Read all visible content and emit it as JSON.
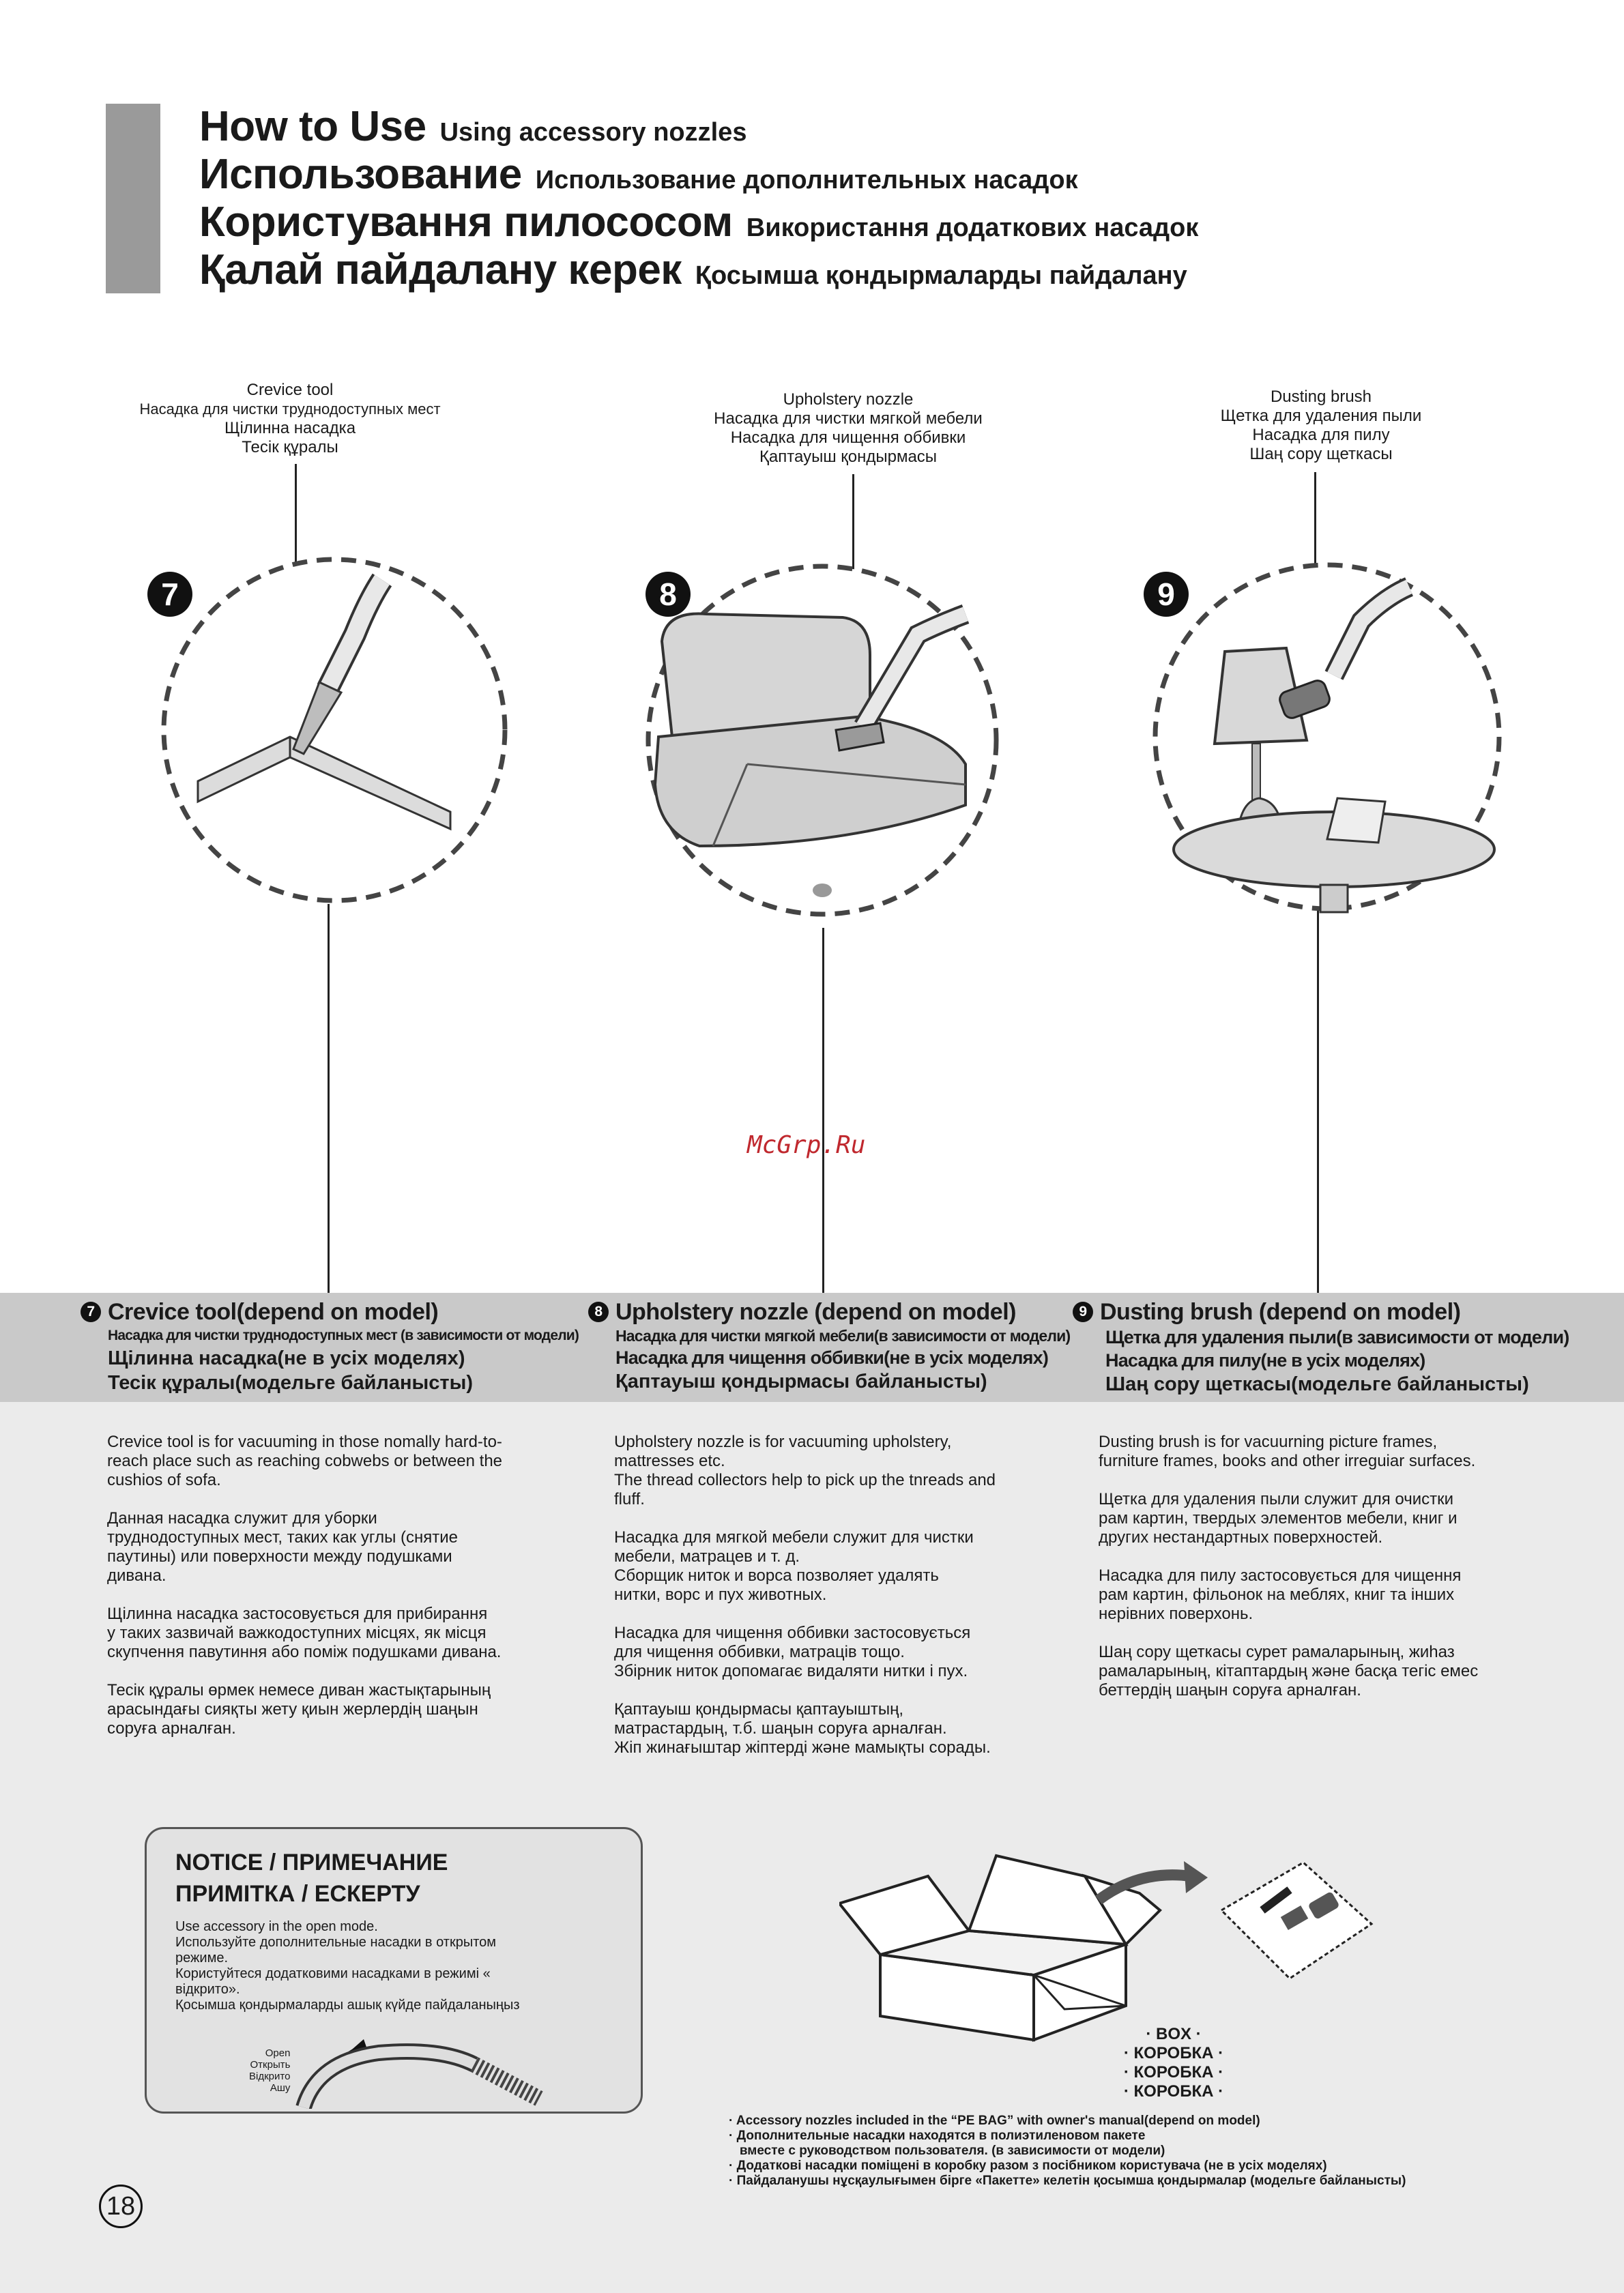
{
  "header": {
    "lines": [
      {
        "main": "How to Use",
        "sub": "Using accessory nozzles"
      },
      {
        "main": "Использование",
        "sub": "Использование дополнительных насадок"
      },
      {
        "main": "Користування пилососом",
        "sub": "Використання додаткових насадок"
      },
      {
        "main": "Қалай пайдалану керек",
        "sub": "Қосымша қондырмаларды пайдалану"
      }
    ]
  },
  "nozzles": [
    {
      "num": "7",
      "labels": [
        "Crevice tool",
        "Насадка для чистки труднодоступных мест",
        "Щілинна насадка",
        "Тесік құралы"
      ]
    },
    {
      "num": "8",
      "labels": [
        "Upholstery nozzle",
        "Насадка для чистки мягкой мебели",
        "Насадка для чищення оббивки",
        "Қаптауыш қондырмасы"
      ]
    },
    {
      "num": "9",
      "labels": [
        "Dusting brush",
        "Щетка для удаления пыли",
        "Насадка для пилу",
        "Шаң сору щеткасы"
      ]
    }
  ],
  "watermark": "McGrp.Ru",
  "sections": [
    {
      "num": "7",
      "head1": "Crevice tool(depend on model)",
      "head2": "Насадка для чистки труднодоступных мест (в зависимости от модели)",
      "head3": "Щілинна насадка(не в усіх моделях)",
      "head4": "Тесік құралы(модельге байланысты)",
      "paragraphs": [
        "Crevice tool is for vacuuming in those nomally hard-to-\nreach place such as reaching cobwebs or between the\ncushios of sofa.",
        "Данная насадка служит для уборки\nтруднодоступных мест, таких как углы (снятие\nпаутины) или поверхности между подушками\nдивана.",
        "Щілинна насадка застосовується для прибирання\nу таких зазвичай важкодоступних місцях, як місця\nскупчення павутиння або поміж подушками дивана.",
        "Тесік құралы өрмек немесе диван жастықтарының\nарасындағы сияқты жету қиын жерлердің шаңын\nсоруға арналған."
      ]
    },
    {
      "num": "8",
      "head1": "Upholstery nozzle (depend on model)",
      "head2": "Насадка для чистки мягкой мебели(в зависимости от модели)",
      "head3": "Насадка для чищення оббивки(не в усіх моделях)",
      "head4": "Қаптауыш қондырмасы байланысты)",
      "paragraphs": [
        "Upholstery nozzle is for vacuuming upholstery,\nmattresses etc.\nThe thread collectors help to pick up the tnreads and\nfluff.",
        "Насадка для мягкой мебели служит для чистки\nмебели, матрацев и т. д.\nСборщик ниток и ворса позволяет удалять\nнитки, ворс и пух животных.",
        "Насадка для чищення оббивки застосовується\nдля чищення оббивки, матраців тощо.\nЗбірник ниток допомагає видаляти нитки і пух.",
        "Қаптауыш қондырмасы қаптауыштың,\nматрастардың, т.б. шаңын соруға арналған.\nЖіп жинағыштар жіптерді және мамықты сорады."
      ]
    },
    {
      "num": "9",
      "head1": "Dusting brush (depend on model)",
      "head2": "Щетка для удаления пыли(в зависимости от модели)",
      "head3": "Насадка для пилу(не в усіх моделях)",
      "head4": "Шаң сору щеткасы(модельге байланысты)",
      "paragraphs": [
        "Dusting brush is for vacuurning picture frames,\nfurniture frames, books and other irreguiar surfaces.",
        "Щетка для удаления пыли служит для очистки\nрам картин, твердых элементов мебели, книг и\nдругих нестандартных поверхностей.",
        "Насадка для пилу застосовується для чищення\nрам картин, фільонок на меблях, книг та інших\nнерівних поверхонь.",
        "Шаң сору щеткасы сурет рамаларының, жиһаз\nрамаларының, кітаптардың және басқа тегіс емес\nбеттердің шаңын соруға арналған."
      ]
    }
  ],
  "notice": {
    "title1": "NOTICE / ПРИМЕЧАНИЕ",
    "title2": "ПРИМІТКА / ЕСКЕРТУ",
    "text": "Use accessory in the open mode.\nИспользуйте дополнительные насадки в открытом\nрежиме.\nКористуйтеся додатковими насадками в режимі «\nвідкрито».\nҚосымша қондырмаларды ашық күйде пайдаланыңыз",
    "open_label": "Open\nОткрыть\nВідкрито\nАшу"
  },
  "box": {
    "labels": [
      "· BOX ·",
      "· КОРОБКА ·",
      "· КОРОБКА ·",
      "· КОРОБКА ·"
    ],
    "footnotes": [
      "· Accessory nozzles included in the “PE BAG” with owner's manual(depend on model)",
      "· Дополнительные насадки находятся в полиэтиленовом пакете",
      "   вместе с руководством пользователя. (в зависимости от модели)",
      "· Додаткові насадки поміщені в коробку разом з посібником користувача (не в усіх моделях)",
      "· Пайдаланушы нұсқаулығымен бірге «Пакетте» келетін қосымша қондырмалар (модельге байланысты)"
    ]
  },
  "page_number": "18",
  "colors": {
    "bar": "#9a9a9a",
    "band_dark": "#c9c9c9",
    "band_light": "#ebebeb",
    "watermark": "#c0282e"
  }
}
